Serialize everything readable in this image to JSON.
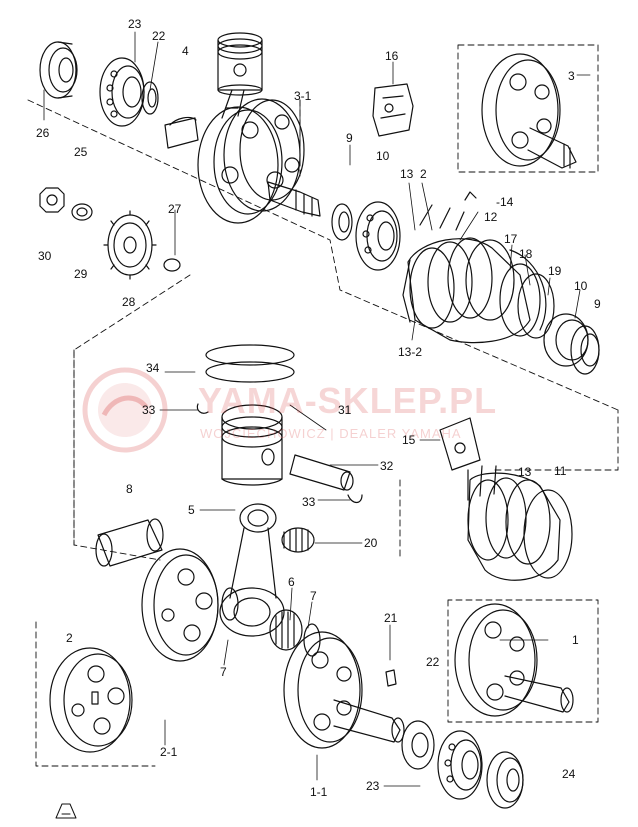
{
  "watermark": {
    "title": "YAMA-SKLEP.PL",
    "subtitle": "WOJCIECHOWICZ | DEALER YAMAHA"
  },
  "colors": {
    "line": "#111111",
    "watermark": "#d94646"
  },
  "callouts": [
    {
      "id": "c23a",
      "text": "23"
    },
    {
      "id": "c22a",
      "text": "22"
    },
    {
      "id": "c4",
      "text": "4"
    },
    {
      "id": "c26",
      "text": "26"
    },
    {
      "id": "c25",
      "text": "25"
    },
    {
      "id": "c3-1",
      "text": "3-1"
    },
    {
      "id": "c9a",
      "text": "9"
    },
    {
      "id": "c16",
      "text": "16"
    },
    {
      "id": "c10a",
      "text": "10"
    },
    {
      "id": "c3",
      "text": "3"
    },
    {
      "id": "c13a",
      "text": "13"
    },
    {
      "id": "c2a",
      "text": "2"
    },
    {
      "id": "c14",
      "text": "-14"
    },
    {
      "id": "c12",
      "text": "12"
    },
    {
      "id": "c17",
      "text": "17"
    },
    {
      "id": "c18",
      "text": "18"
    },
    {
      "id": "c19",
      "text": "19"
    },
    {
      "id": "c10b",
      "text": "10"
    },
    {
      "id": "c9b",
      "text": "9"
    },
    {
      "id": "c13-2",
      "text": "13-2"
    },
    {
      "id": "c30",
      "text": "30"
    },
    {
      "id": "c29",
      "text": "29"
    },
    {
      "id": "c27",
      "text": "27"
    },
    {
      "id": "c28",
      "text": "28"
    },
    {
      "id": "c34",
      "text": "34"
    },
    {
      "id": "c33a",
      "text": "33"
    },
    {
      "id": "c31",
      "text": "31"
    },
    {
      "id": "c15",
      "text": "15"
    },
    {
      "id": "c11",
      "text": "11"
    },
    {
      "id": "c13b",
      "text": "13"
    },
    {
      "id": "c32",
      "text": "32"
    },
    {
      "id": "c8",
      "text": "8"
    },
    {
      "id": "c33b",
      "text": "33"
    },
    {
      "id": "c5",
      "text": "5"
    },
    {
      "id": "c20",
      "text": "20"
    },
    {
      "id": "c6",
      "text": "6"
    },
    {
      "id": "c7a",
      "text": "7"
    },
    {
      "id": "c2b",
      "text": "2"
    },
    {
      "id": "c21",
      "text": "21"
    },
    {
      "id": "c22b",
      "text": "22"
    },
    {
      "id": "c1",
      "text": "1"
    },
    {
      "id": "c7b",
      "text": "7"
    },
    {
      "id": "c2-1",
      "text": "2-1"
    },
    {
      "id": "c1-1",
      "text": "1-1"
    },
    {
      "id": "c23b",
      "text": "23"
    },
    {
      "id": "c24",
      "text": "24"
    }
  ]
}
